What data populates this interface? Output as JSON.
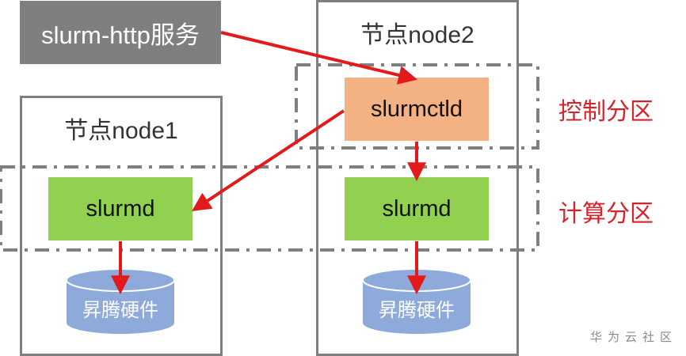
{
  "service": {
    "label": "slurm-http服务"
  },
  "nodes": [
    {
      "title": "节点node1",
      "daemon": "slurmd",
      "hardware": "昇腾硬件"
    },
    {
      "title": "节点node2",
      "controller": "slurmctld",
      "daemon": "slurmd",
      "hardware": "昇腾硬件"
    }
  ],
  "partitions": {
    "control": {
      "label": "控制分区"
    },
    "compute": {
      "label": "计算分区"
    }
  },
  "watermark": "华为云社区",
  "colors": {
    "service_bg": "#7f7f7f",
    "controller_bg": "#f4b183",
    "daemon_bg": "#92d050",
    "hardware_bg": "#8eaadb",
    "arrow": "#e31a1c",
    "partition_label": "#d6232b",
    "border": "#7f7f7f"
  }
}
